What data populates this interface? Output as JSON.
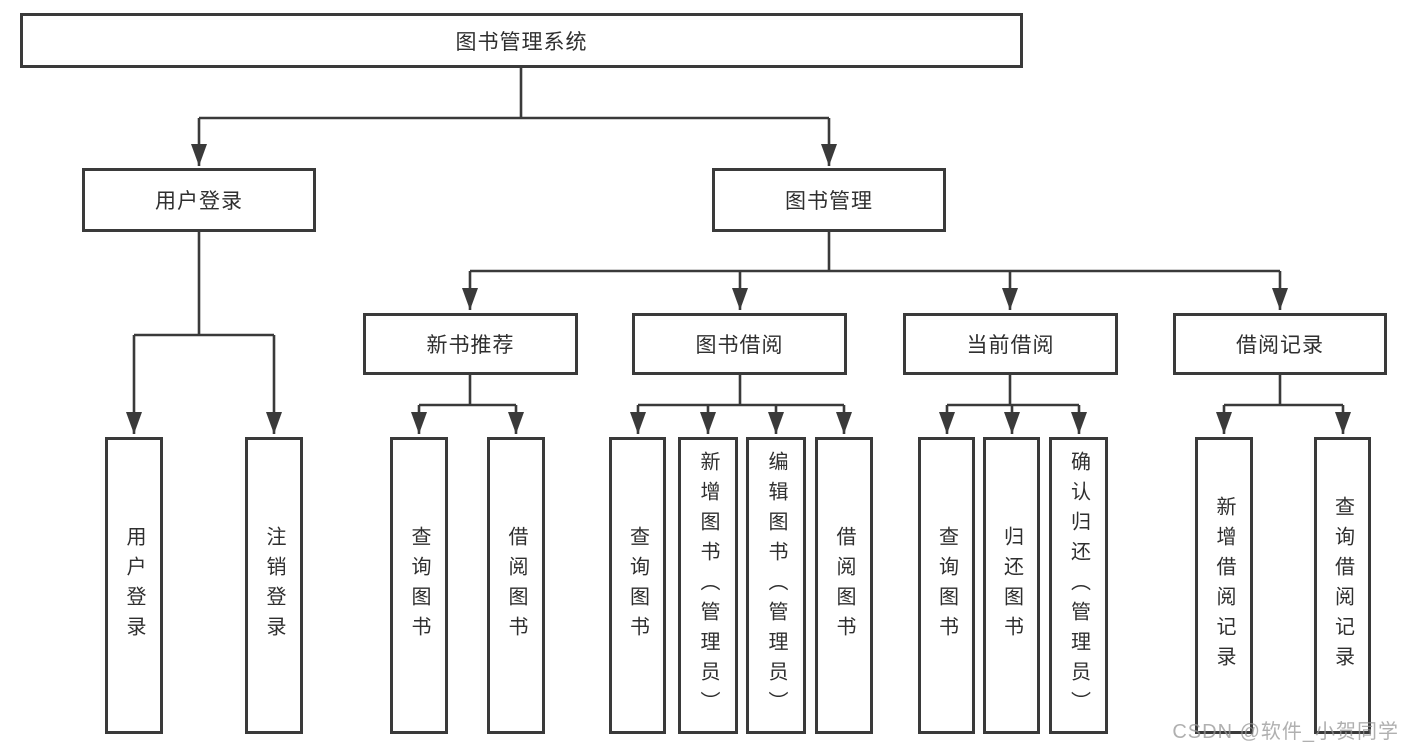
{
  "colors": {
    "line": "#3a3a3a",
    "text": "#2f2f2f",
    "watermark": "#969696"
  },
  "watermark": {
    "text": "CSDN @软件_小贺同学"
  },
  "tree": {
    "root": {
      "label": "图书管理系统",
      "children": [
        {
          "label": "用户登录",
          "children": [
            {
              "label": "用户登录"
            },
            {
              "label": "注销登录"
            }
          ]
        },
        {
          "label": "图书管理",
          "children": [
            {
              "label": "新书推荐",
              "children": [
                {
                  "label": "查询图书"
                },
                {
                  "label": "借阅图书"
                }
              ]
            },
            {
              "label": "图书借阅",
              "children": [
                {
                  "label": "查询图书"
                },
                {
                  "label": "新增图书（管理员）"
                },
                {
                  "label": "编辑图书（管理员）"
                },
                {
                  "label": "借阅图书"
                }
              ]
            },
            {
              "label": "当前借阅",
              "children": [
                {
                  "label": "查询图书"
                },
                {
                  "label": "归还图书"
                },
                {
                  "label": "确认归还（管理员）"
                }
              ]
            },
            {
              "label": "借阅记录",
              "children": [
                {
                  "label": "新增借阅记录"
                },
                {
                  "label": "查询借阅记录"
                }
              ]
            }
          ]
        }
      ]
    }
  }
}
